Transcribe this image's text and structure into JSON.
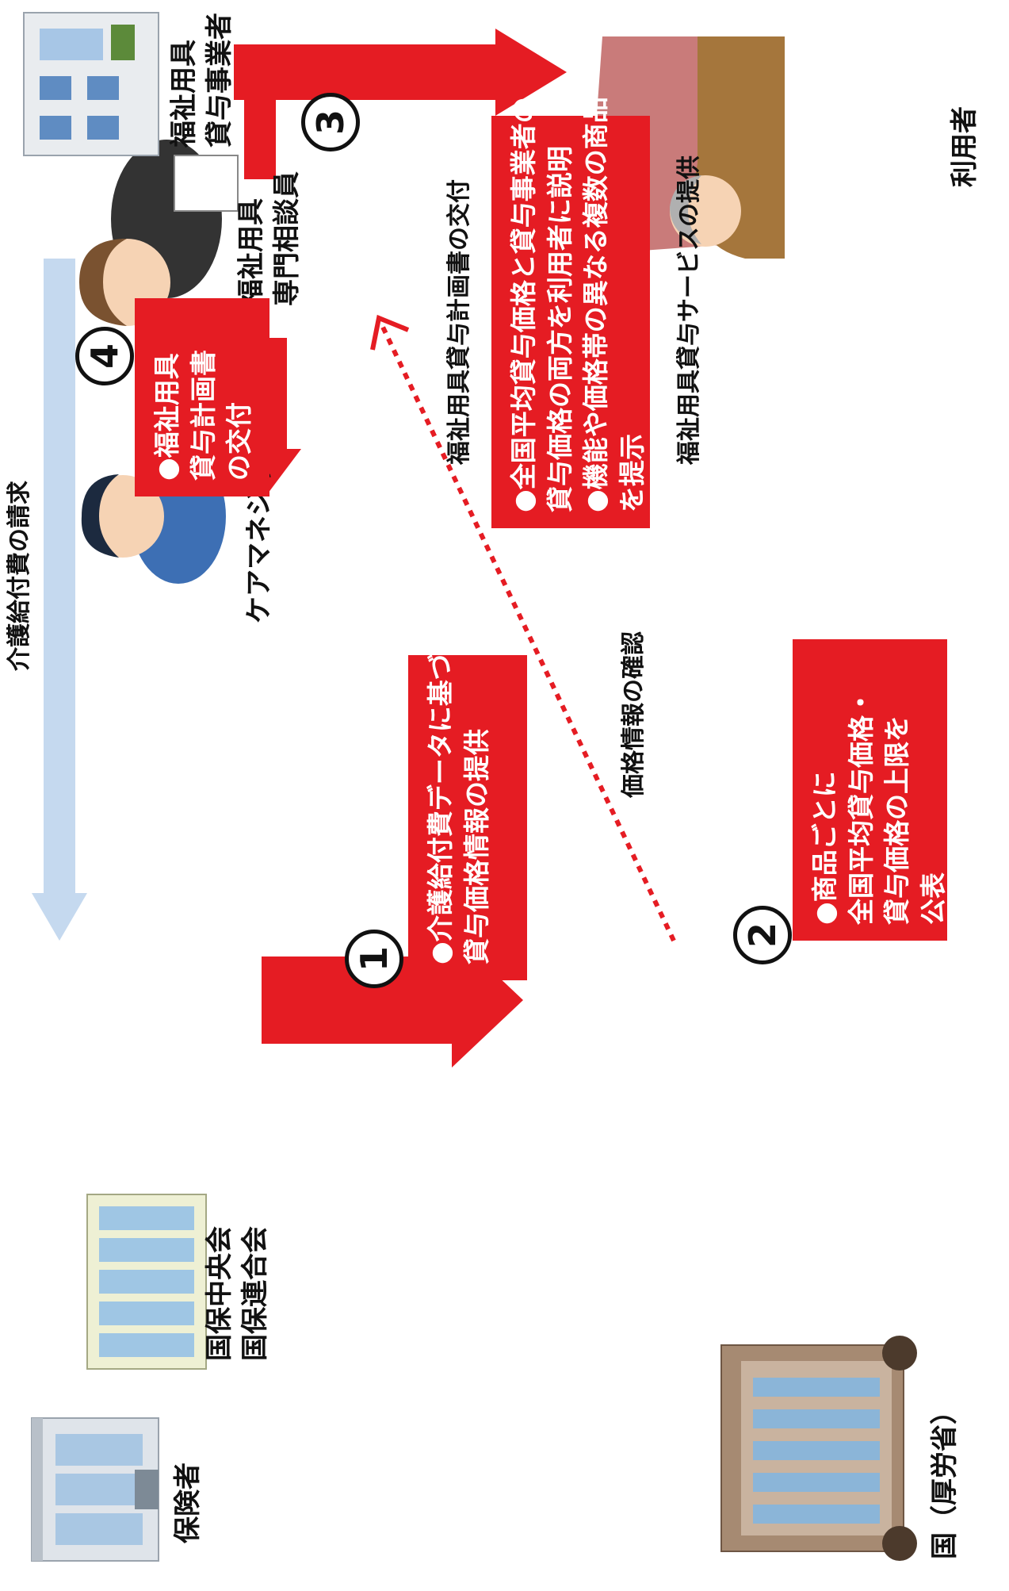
{
  "actors": {
    "hokensha": "保険者",
    "kokuhochuokai_l1": "国保中央会",
    "kokuhochuokai_l2": "国保連合会",
    "kuni": "国（厚労省）",
    "caremanager": "ケアマネジャー",
    "soudanin_l1": "福祉用具",
    "soudanin_l2": "専門相談員",
    "jigyosha_l1": "福祉用具",
    "jigyosha_l2": "貸与事業者",
    "riyosha": "利用者"
  },
  "steps": {
    "step1": {
      "number": "1",
      "lines": [
        "●介護給付費データに基づき",
        "貸与価格情報の提供"
      ]
    },
    "step2": {
      "number": "2",
      "lines": [
        "●商品ごとに",
        "全国平均貸与価格・",
        "貸与価格の上限を",
        "公表"
      ]
    },
    "step3": {
      "number": "3",
      "lines": [
        "●全国平均貸与価格と貸与事業者の",
        "貸与価格の両方を利用者に説明",
        "●機能や価格帯の異なる複数の商品",
        "を提示"
      ]
    },
    "step4": {
      "number": "4",
      "lines": [
        "●福祉用具",
        "貸与計画書",
        "の交付"
      ]
    }
  },
  "flows": {
    "kaigo_seikyu": "介護給付費の請求",
    "kakaku_kakunin": "価格情報の確認",
    "keikakusho_kofu": "福祉用具貸与計画書の交付",
    "service_teikyo": "福祉用具貸与サービスの提供"
  },
  "colors": {
    "accent_red": "#e51c23",
    "light_blue": "#c5d9ef",
    "text": "#111111"
  }
}
